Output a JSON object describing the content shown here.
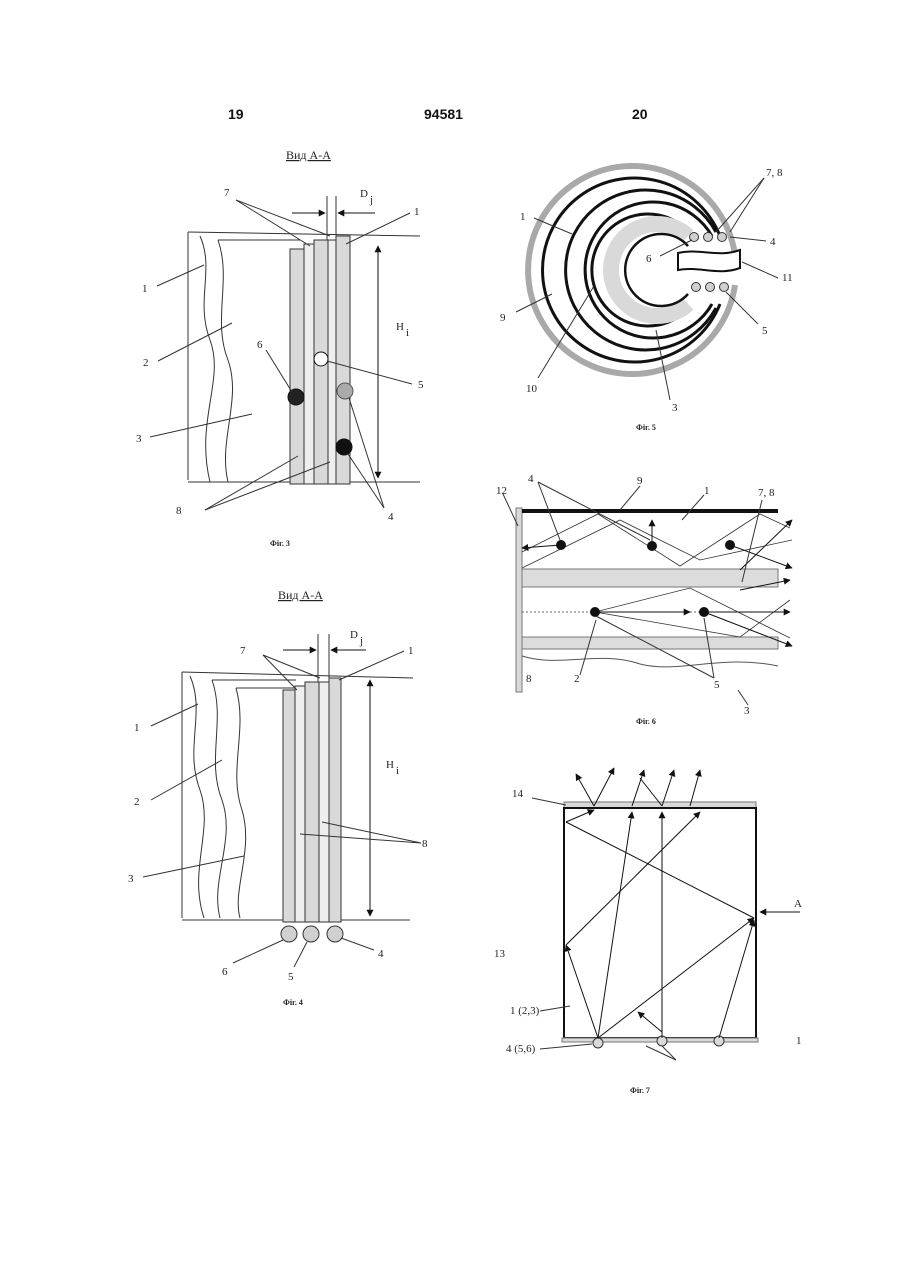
{
  "header": {
    "left_page": "19",
    "patent_number": "94581",
    "right_page": "20"
  },
  "fig3": {
    "view_title": "Вид А-А",
    "caption": "Фіг. 3",
    "dim_width": "D",
    "dim_width_sub": "j",
    "dim_height": "H",
    "dim_height_sub": "i",
    "labels": {
      "l1": "1",
      "l2": "2",
      "l3": "3",
      "l1r": "1",
      "l4": "4",
      "l5": "5",
      "l6": "6",
      "l7": "7",
      "l8": "8"
    }
  },
  "fig4": {
    "view_title": "Вид А-А",
    "caption": "Фіг. 4",
    "dim_width": "D",
    "dim_width_sub": "j",
    "dim_height": "H",
    "dim_height_sub": "i",
    "labels": {
      "l1": "1",
      "l2": "2",
      "l3": "3",
      "l1r": "1",
      "l4": "4",
      "l5": "5",
      "l6": "6",
      "l7": "7",
      "l8": "8"
    }
  },
  "fig5": {
    "caption": "Фіг. 5",
    "labels": {
      "l1": "1",
      "l3": "3",
      "l4": "4",
      "l5": "5",
      "l6": "6",
      "l78": "7, 8",
      "l9": "9",
      "l10": "10",
      "l11": "11"
    }
  },
  "fig6": {
    "caption": "Фіг. 6",
    "labels": {
      "l1": "1",
      "l2": "2",
      "l3": "3",
      "l4": "4",
      "l5": "5",
      "l78": "7, 8",
      "l8": "8",
      "l9": "9",
      "l12": "12"
    }
  },
  "fig7": {
    "caption": "Фіг. 7",
    "labels": {
      "l14": "14",
      "l13": "13",
      "lA": "A",
      "l123": "1 (2,3)",
      "l456": "4 (5,6)",
      "l1": "1"
    }
  }
}
